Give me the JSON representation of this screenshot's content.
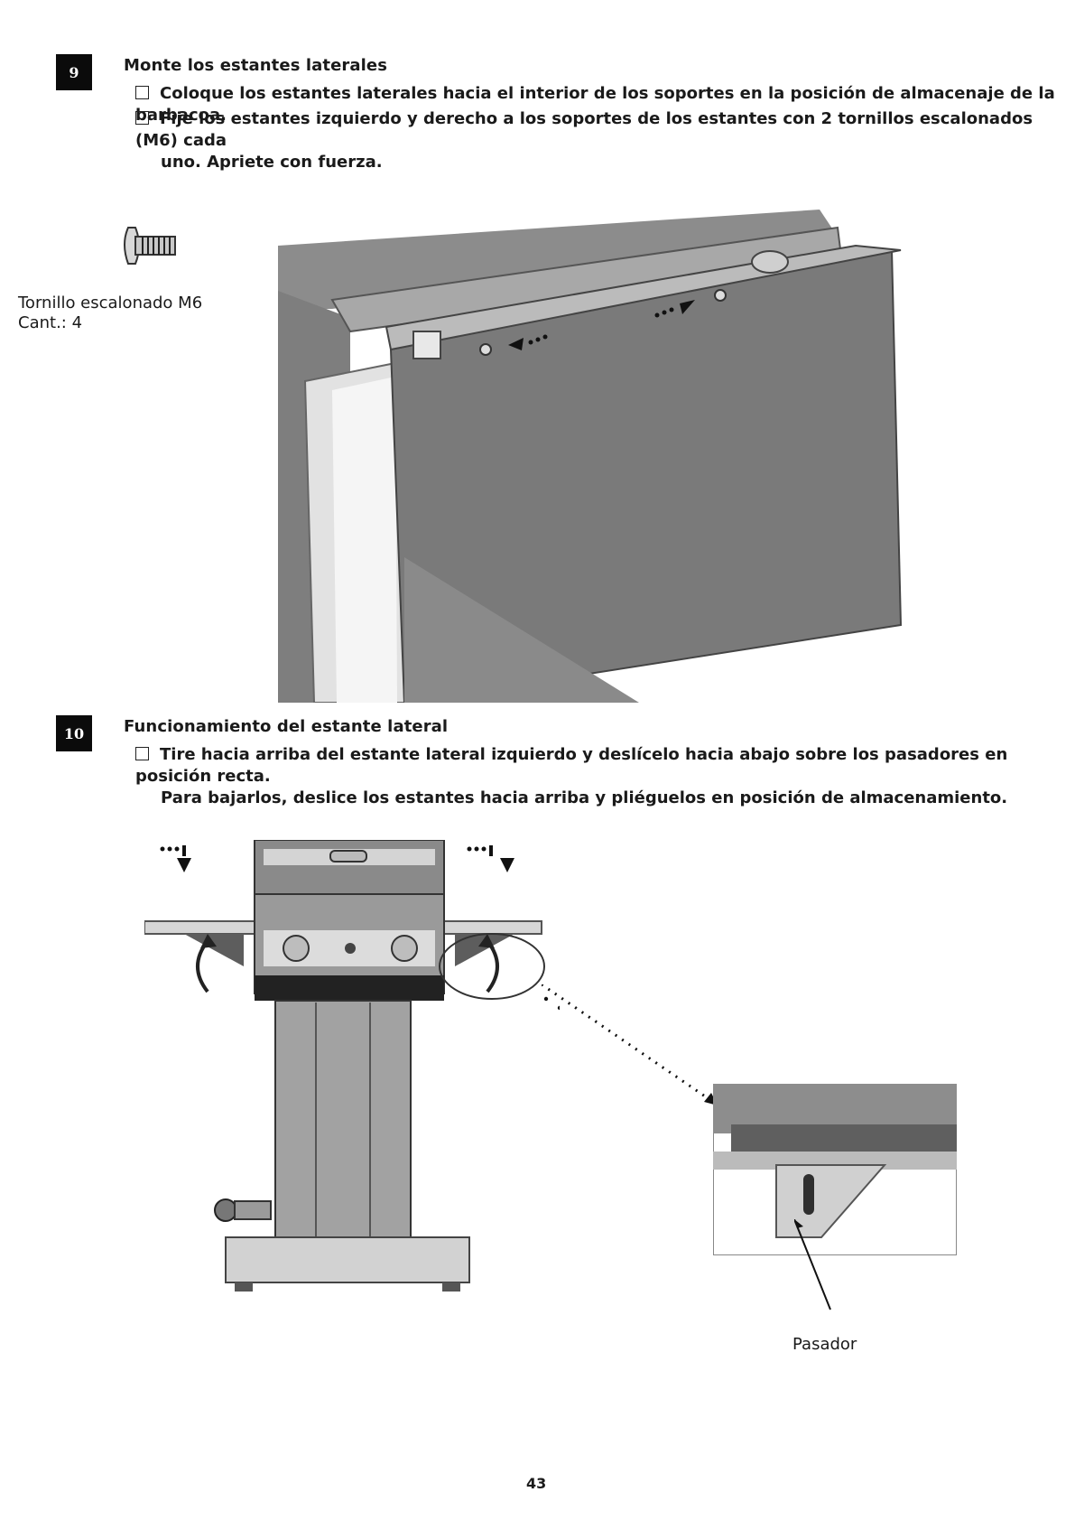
{
  "step9": {
    "number": "9",
    "title": "Monte los estantes laterales",
    "instructions": [
      "Coloque los estantes laterales hacia el interior de los soportes en la posición de almacenaje de la barbacoa.",
      "Fije los estantes izquierdo y derecho a los soportes de los estantes con 2 tornillos escalonados (M6) cada",
      "uno. Apriete con fuerza."
    ],
    "part_name": "Tornillo escalonado M6",
    "part_qty": "Cant.: 4"
  },
  "step10": {
    "number": "10",
    "title": "Funcionamiento del estante lateral",
    "instructions": [
      "Tire hacia arriba del estante lateral izquierdo y deslícelo hacia abajo sobre los pasadores en posición recta.",
      "Para bajarlos, deslice los estantes hacia arriba y pliéguelos en posición de almacenamiento."
    ],
    "callout_label": "Pasador"
  },
  "page_number": "43"
}
